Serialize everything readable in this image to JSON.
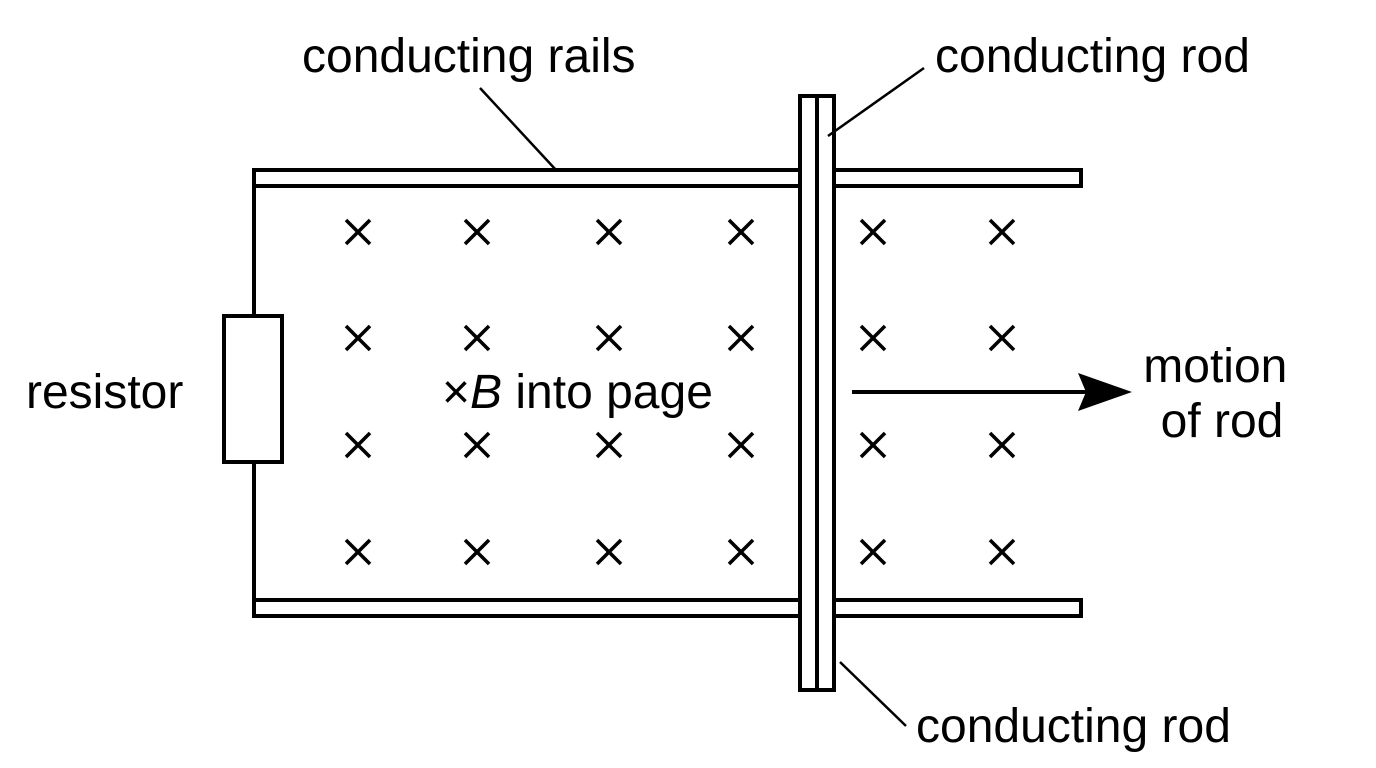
{
  "labels": {
    "conducting_rails": "conducting rails",
    "conducting_rod_top": "conducting rod",
    "conducting_rod_bottom": "conducting rod",
    "resistor": "resistor",
    "field_symbol": "×",
    "field_variable": "B",
    "field_text": " into page",
    "motion_line1": "motion",
    "motion_line2": "of rod"
  },
  "field": {
    "rows": 4,
    "columns": 6,
    "symbol_name": "x-into-page-icon"
  },
  "colors": {
    "ink": "#000000",
    "background": "#ffffff"
  }
}
